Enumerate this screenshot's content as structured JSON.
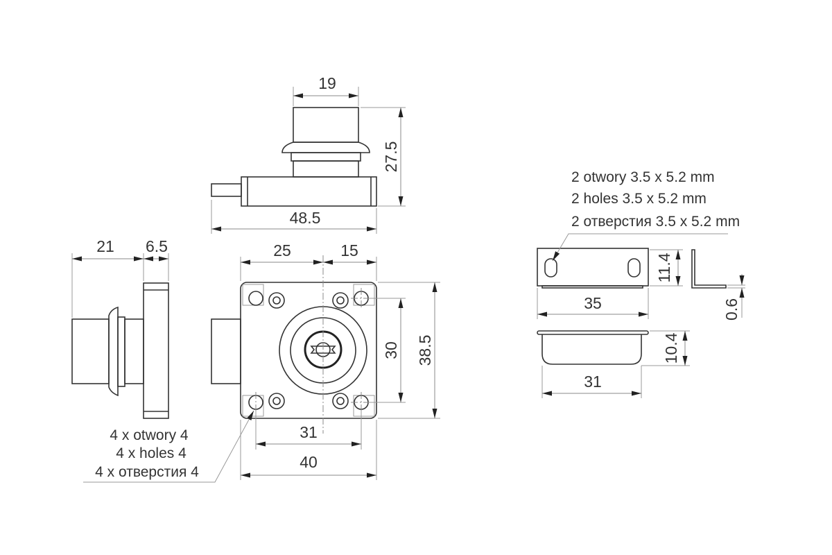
{
  "colors": {
    "line": "#333333",
    "dimension": "#888888",
    "background": "#ffffff"
  },
  "top_view": {
    "dim_width_top": "19",
    "dim_height": "27.5",
    "dim_total_width": "48.5"
  },
  "front_view": {
    "dim_left": "25",
    "dim_right": "15",
    "dim_hole_height": "30",
    "dim_height": "38.5",
    "dim_hole_span": "31",
    "dim_width": "40"
  },
  "side_view": {
    "dim_body": "21",
    "dim_plate": "6.5"
  },
  "front_holes_note": [
    "4 x otwory  4",
    "4 x holes  4",
    "4 x отверстия  4"
  ],
  "bracket": {
    "dim_width": "35",
    "dim_height": "11.4",
    "dim_thickness": "0.6"
  },
  "tray": {
    "dim_height": "10.4",
    "dim_width": "31"
  },
  "bracket_holes_note": [
    "2 otwory 3.5 x 5.2 mm",
    "2 holes 3.5 x 5.2 mm",
    "2 отверстия 3.5 x 5.2 mm"
  ]
}
